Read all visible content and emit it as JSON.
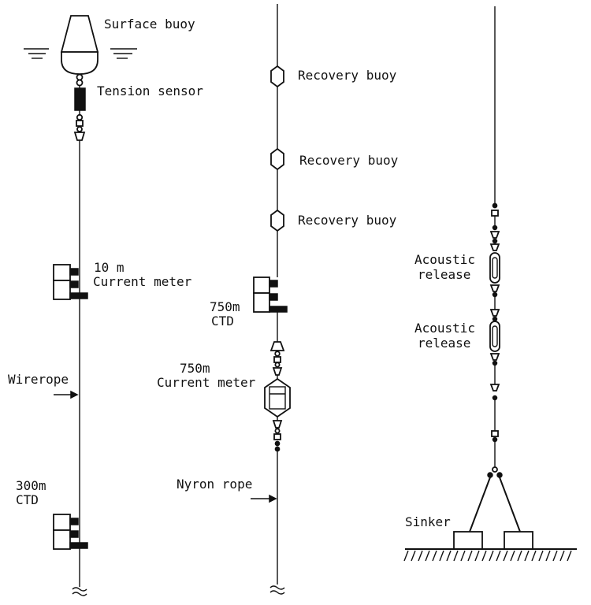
{
  "labels": {
    "surface_buoy": "Surface buoy",
    "tension_sensor": "Tension sensor",
    "current_meter_10m_depth": "10 m",
    "current_meter_10m_name": "Current meter",
    "wirerope": "Wirerope",
    "ctd_300m_depth": "300m",
    "ctd_300m_name": "CTD",
    "recovery_buoy_1": "Recovery buoy",
    "recovery_buoy_2": "Recovery buoy",
    "recovery_buoy_3": "Recovery buoy",
    "ctd_750m_depth": "750m",
    "ctd_750m_name": "CTD",
    "current_meter_750m_depth": "750m",
    "current_meter_750m_name": "Current meter",
    "nylon_rope": "Nyron rope",
    "acoustic_release_1_line1": "Acoustic",
    "acoustic_release_1_line2": "release",
    "acoustic_release_2_line1": "Acoustic",
    "acoustic_release_2_line2": "release",
    "sinker": "Sinker"
  }
}
